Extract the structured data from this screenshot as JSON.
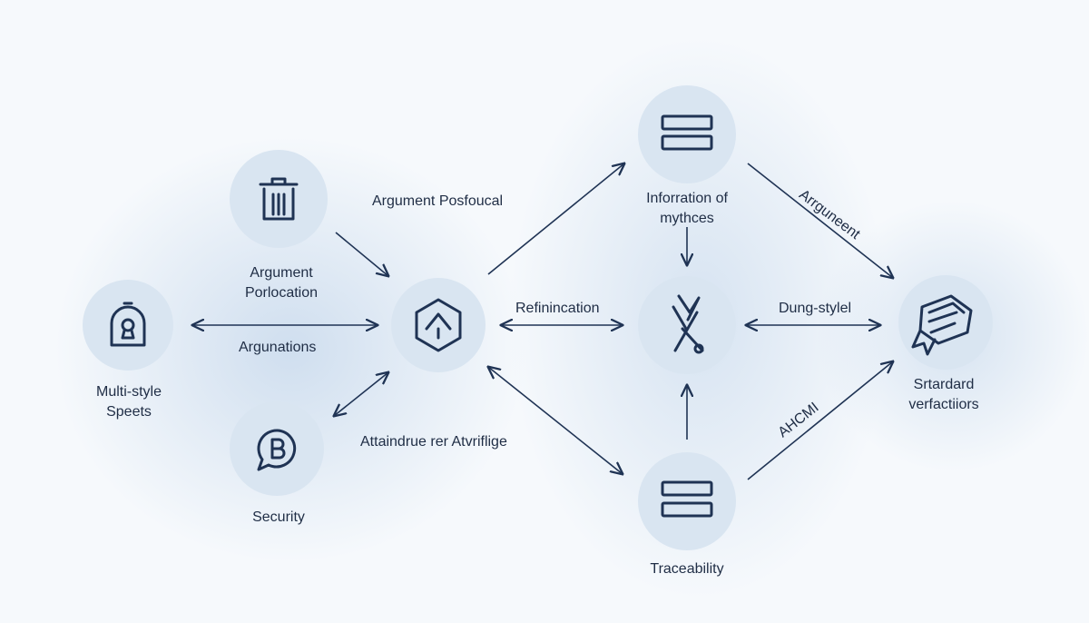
{
  "nodes": {
    "trash": {
      "icon": "trash-icon"
    },
    "lock": {
      "icon": "keyhole-lock-icon",
      "label": "Multi-style\nSpeets"
    },
    "chat": {
      "icon": "chat-b-icon",
      "label": "Security"
    },
    "hub": {
      "icon": "hexagon-chevron-icon"
    },
    "top_mid": {
      "icon": "server-rack-icon",
      "label": "Inforration of\nmythces"
    },
    "center": {
      "icon": "tools-icon"
    },
    "bottom_mid": {
      "icon": "server-rack-icon",
      "label": "Traceability"
    },
    "right": {
      "icon": "ribbon-doc-icon",
      "label": "Srtardard\nverfactiiors"
    }
  },
  "edge_labels": {
    "argument_posfoucal": "Argument Posfoucal",
    "argument_porlocation": "Argument\nPorlocation",
    "argunations": "Argunations",
    "attaindrue": "Attaindrue rer Atvriflige",
    "refinincation": "Refinincation",
    "dung_stylel": "Dung-stylel",
    "arrguneent": "Arrguneent",
    "ahcmi": "AHCMI"
  },
  "colors": {
    "background": "#f6f9fc",
    "node_fill": "#d9e5f1",
    "stroke": "#1f3354",
    "glow": "#b7cde4"
  }
}
